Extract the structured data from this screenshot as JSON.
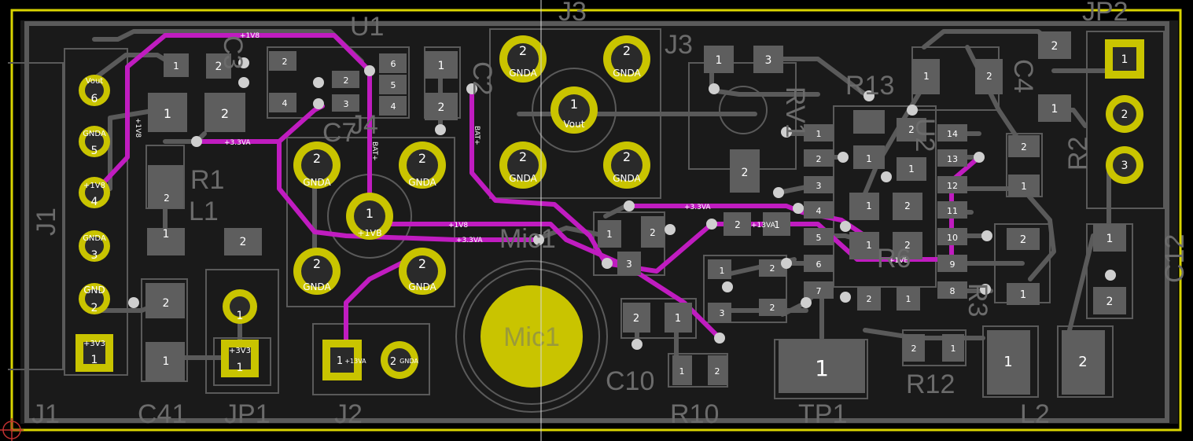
{
  "refs": {
    "J1": "J1",
    "C41": "C41",
    "JP1": "JP1",
    "J2": "J2",
    "C10": "C10",
    "R10": "R10",
    "TP1": "TP1",
    "R12": "R12",
    "L2": "L2",
    "JP2": "JP2",
    "R2": "R2",
    "C12": "C12",
    "U1": "U1",
    "J3": "J3",
    "J3b": "J3",
    "R1": "R1",
    "L1": "L1",
    "Mic1": "Mic1",
    "Mic1b": "Mic1",
    "RV1": "RV1",
    "R13": "R13",
    "C2": "C2",
    "C3": "C3",
    "C4": "C4",
    "C7": "C7",
    "J4": "J4",
    "R3": "R3",
    "U2": "U2",
    "R6": "R6"
  },
  "labels": {
    "vout": "Vout",
    "gnda": "GNDA",
    "p1v8": "+1V8",
    "gnd": "GND",
    "p3v3": "+3V3",
    "p3v3a": "+3.3VA",
    "p1v8b": "+1VB",
    "bat": "BAT+",
    "p13va": "+13VA"
  },
  "pins": {
    "n1": "1",
    "n2": "2",
    "n3": "3",
    "n4": "4",
    "n5": "5",
    "n6": "6",
    "n7": "7",
    "n8": "8",
    "n9": "9",
    "n10": "10",
    "n11": "11",
    "n12": "12",
    "n13": "13",
    "n14": "14"
  },
  "colors": {
    "board_edge": "#d9d400",
    "copper_pour": "#1a1a1a",
    "silk": "#6b6b6b",
    "pad": "#5e5e5e",
    "gold": "#c9c400",
    "trace_top": "#c01cc0",
    "via": "#c8c8c8",
    "cursor": "#d8d8d8"
  }
}
